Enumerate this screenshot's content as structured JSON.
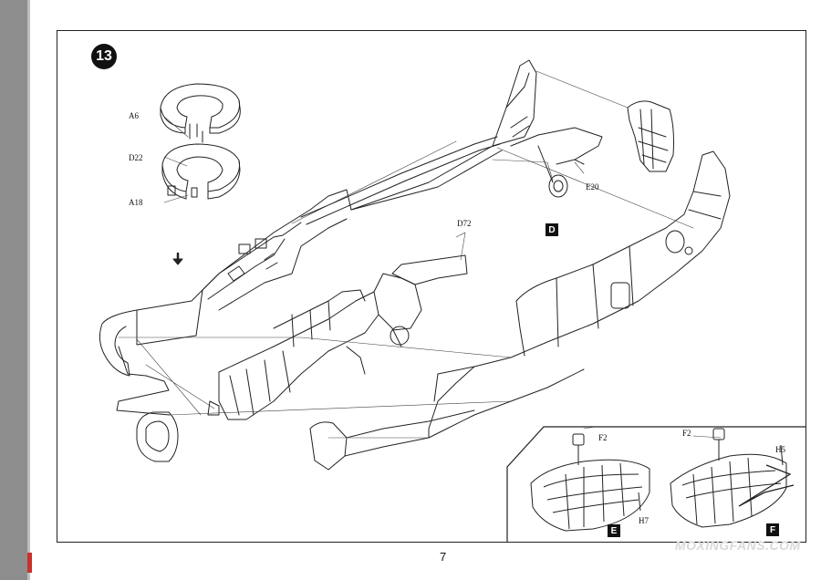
{
  "step_number": "13",
  "page_number": "7",
  "watermark": "MOXINGFANS.COM",
  "part_labels": {
    "a6": "A6",
    "d22": "D22",
    "a18": "A18",
    "d72": "D72",
    "e20": "E20",
    "f2_e": "F2",
    "h7": "H7",
    "f2_f": "F2",
    "h5": "H5"
  },
  "subassembly_labels": {
    "d": "D",
    "e": "E",
    "f": "F"
  }
}
